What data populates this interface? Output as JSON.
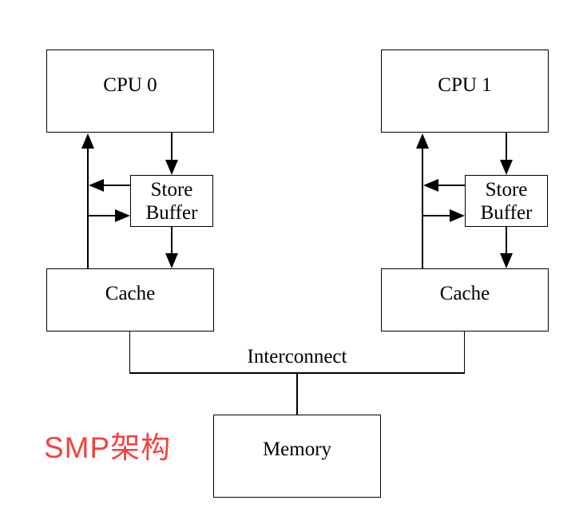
{
  "diagram": {
    "background": "#ffffff",
    "line_color": "#000000",
    "annotation_color": "#f4423c",
    "nodes": {
      "cpu0": {
        "label": "CPU 0"
      },
      "cpu1": {
        "label": "CPU 1"
      },
      "sb0": {
        "line1": "Store",
        "line2": "Buffer"
      },
      "sb1": {
        "line1": "Store",
        "line2": "Buffer"
      },
      "cache0": {
        "label": "Cache"
      },
      "cache1": {
        "label": "Cache"
      },
      "memory": {
        "label": "Memory"
      }
    },
    "labels": {
      "interconnect": "Interconnect",
      "annotation": "SMP架构"
    }
  }
}
